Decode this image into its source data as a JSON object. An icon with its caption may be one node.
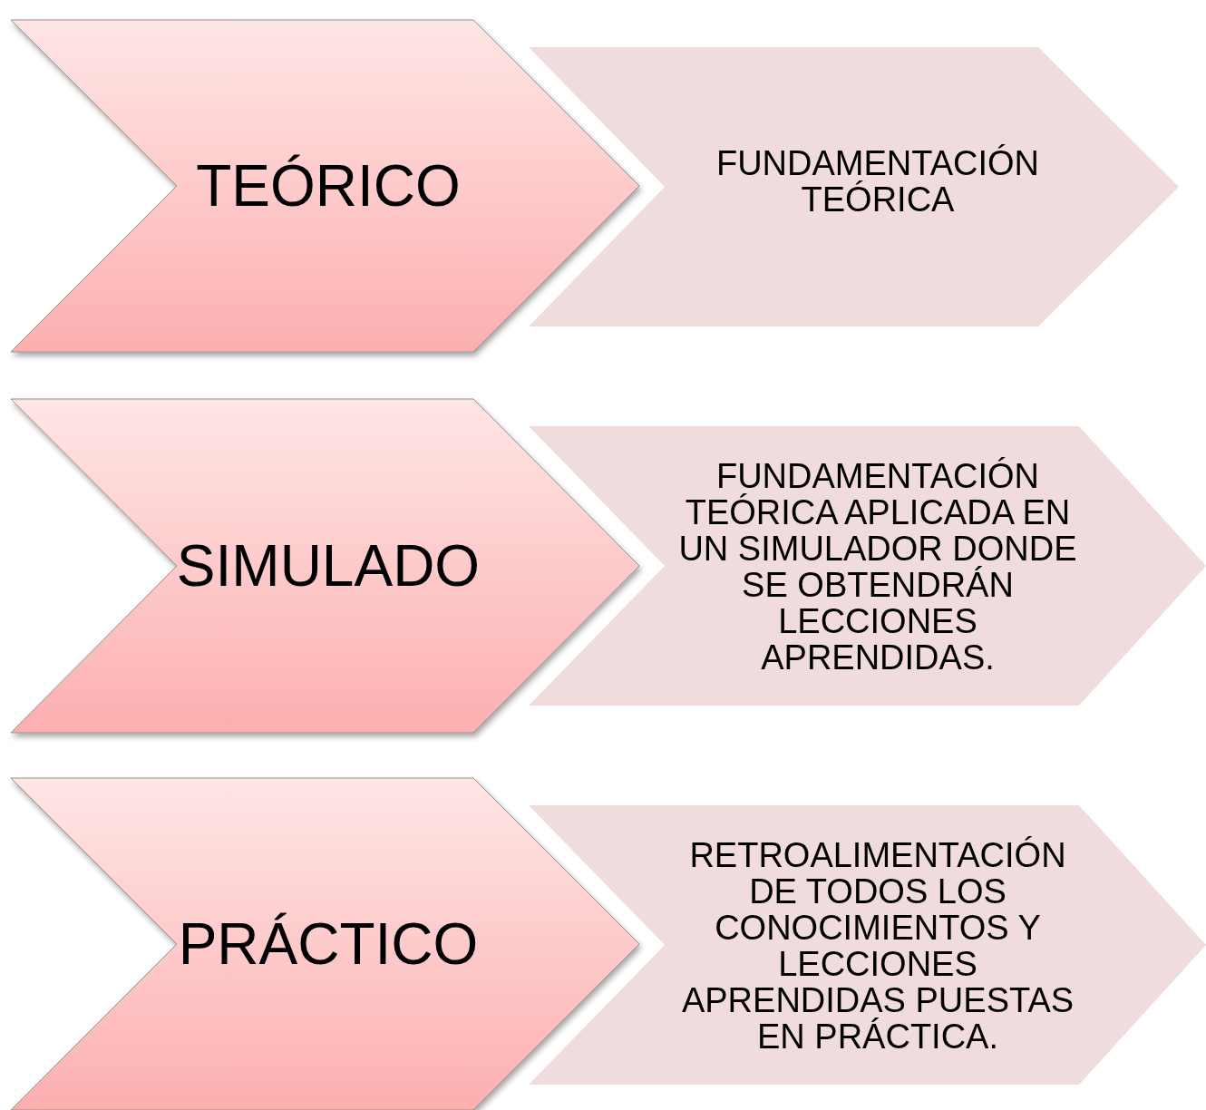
{
  "diagram": {
    "nodes": [
      {
        "text": [
          "TEÓRICO"
        ]
      },
      {
        "text": [
          "FUNDAMENTACIÓN TEÓRICA"
        ]
      },
      {
        "text": [
          "SIMULADO"
        ]
      },
      {
        "text": [
          "FUNDAMENTACIÓN TEÓRICA APLICADA EN UN SIMULADOR DONDE SE OBTENDRÁN LECCIONES APRENDIDAS."
        ]
      },
      {
        "text": [
          "PRÁCTICO"
        ]
      },
      {
        "text": [
          "RETROALIMENTACIÓN DE TODOS LOS CONOCIMIENTOS Y LECCIONES APRENDIDAS PUESTAS EN PRÁCTICA."
        ]
      }
    ]
  }
}
